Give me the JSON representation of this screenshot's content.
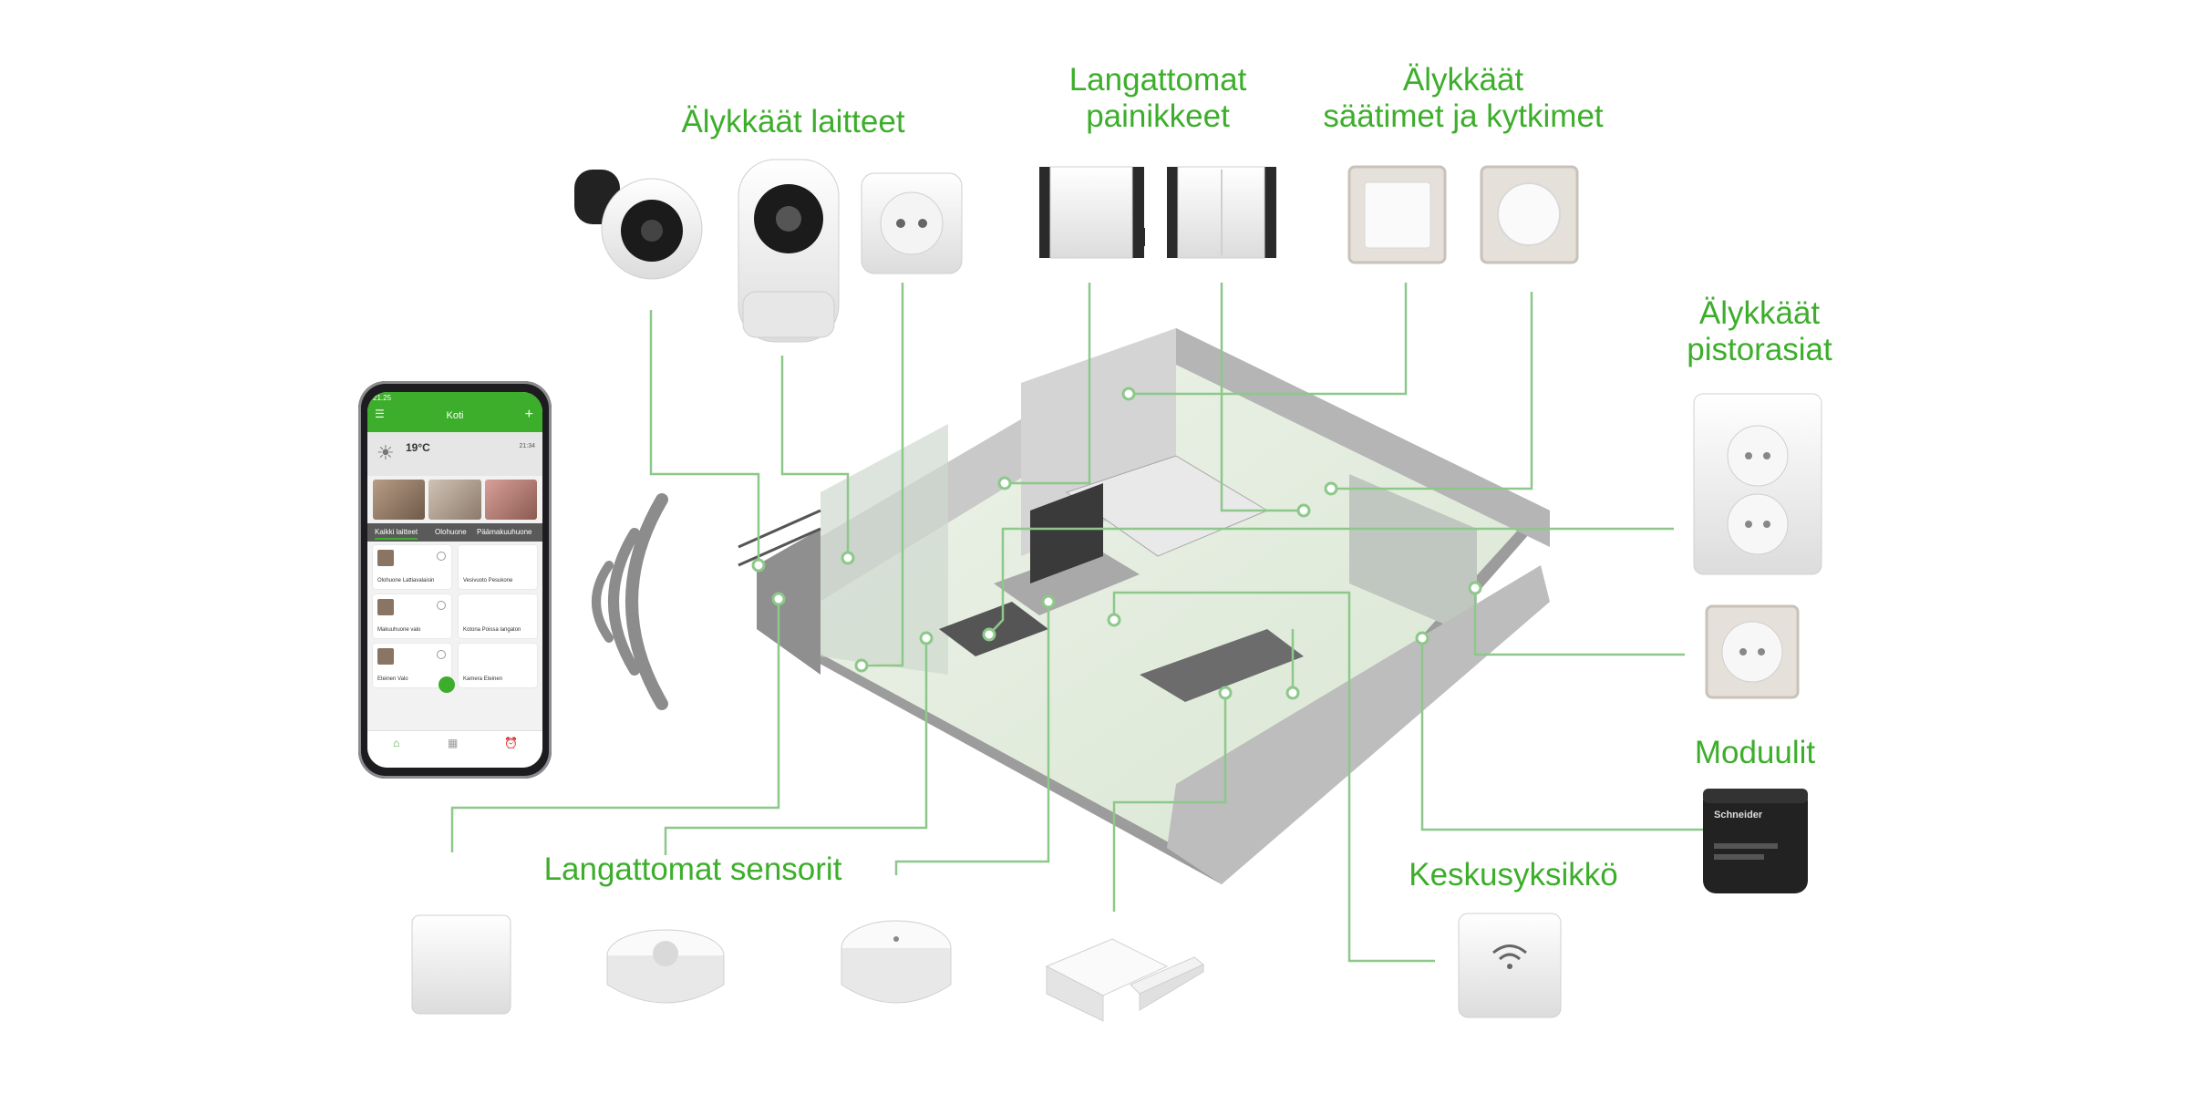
{
  "labels": {
    "smart_devices": "Älykkäät laitteet",
    "wireless_buttons": [
      "Langattomat",
      "painikkeet"
    ],
    "smart_dimmers": [
      "Älykkäät",
      "säätimet ja kytkimet"
    ],
    "smart_sockets": [
      "Älykkäät",
      "pistorasiat"
    ],
    "modules": "Moduulit",
    "wireless_sensors": "Langattomat sensorit",
    "hub": "Keskusyksikkö"
  },
  "module_brand": "Schneider",
  "phone": {
    "time": "21.25",
    "title": "Koti",
    "weather_temp": "19°C",
    "weather_time": "21:34",
    "tabs": [
      "Kaikki laitteet",
      "Olohuone",
      "Päämakuuhuone"
    ],
    "cards": [
      "Olohuone Lattiavalaisin",
      "Vesivuoto Pesukone",
      "Makuuhuone valo",
      "Kotona Poissa langaton",
      "Eteinen Valo",
      "Kamera Eteinen"
    ]
  },
  "colors": {
    "accent": "#3dae2b",
    "leader_line": "#8dc88a",
    "wifi_arcs": "#8c8c8c"
  }
}
